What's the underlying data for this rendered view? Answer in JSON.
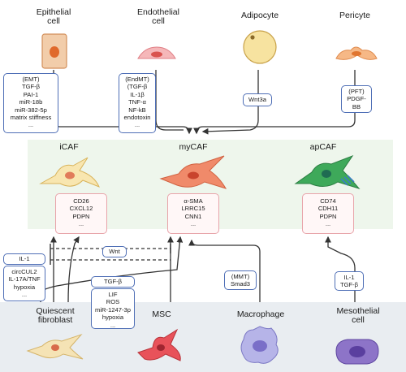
{
  "sources_top": [
    {
      "key": "epithelial",
      "title_lines": [
        "Epithelial",
        "cell"
      ],
      "factors": [
        "(EMT)",
        "TGF-β",
        "PAI-1",
        "miR-18b",
        "miR-382-5p",
        "matrix stiffness",
        "..."
      ]
    },
    {
      "key": "endothelial",
      "title_lines": [
        "Endothelial",
        "cell"
      ],
      "factors": [
        "(EndMT)",
        "(TGF-β",
        "IL-1β",
        "TNF-α",
        "NF-kB",
        "endotoxin",
        "..."
      ]
    },
    {
      "key": "adipocyte",
      "title_lines": [
        "Adipocyte"
      ],
      "factors": [
        "Wnt3a"
      ]
    },
    {
      "key": "pericyte",
      "title_lines": [
        "Pericyte"
      ],
      "factors": [
        "(PFT)",
        "PDGF-",
        "BB"
      ]
    }
  ],
  "cafs": [
    {
      "key": "icaf",
      "title": "iCAF",
      "markers": [
        "CD26",
        "CXCL12",
        "PDPN",
        "..."
      ]
    },
    {
      "key": "mycaf",
      "title": "myCAF",
      "markers": [
        "α-SMA",
        "LRRC15",
        "CNN1",
        "..."
      ]
    },
    {
      "key": "apcaf",
      "title": "apCAF",
      "markers": [
        "CD74",
        "CDH11",
        "PDPN",
        "..."
      ]
    }
  ],
  "sources_bottom": [
    {
      "key": "quiescent",
      "title_lines": [
        "Quiescent",
        "fibroblast"
      ]
    },
    {
      "key": "msc",
      "title_lines": [
        "MSC"
      ]
    },
    {
      "key": "macrophage",
      "title_lines": [
        "Macrophage"
      ]
    },
    {
      "key": "mesothelial",
      "title_lines": [
        "Mesothelial",
        "cell"
      ]
    }
  ],
  "bottom_factors": {
    "il1_label": "IL-1",
    "quiescent_factors": [
      "circCUL2",
      "IL-17A/TNF",
      "hypoxia",
      "..."
    ],
    "wnt_label": "Wnt",
    "tgfb_label": "TGF-β",
    "msc_factors": [
      "LIF",
      "ROS",
      "miR-1247-3p",
      "hypoxia",
      "..."
    ],
    "macrophage_factors": [
      "(MMT)",
      "Smad3"
    ],
    "mesothelial_factors": [
      "IL-1",
      "TGF-β"
    ]
  },
  "colors": {
    "box_border": "#4f6fb6",
    "marker_border": "#e8a4aa",
    "caf_region": "#eef6ec",
    "band": "#e9edf1",
    "arrow": "#333333"
  }
}
